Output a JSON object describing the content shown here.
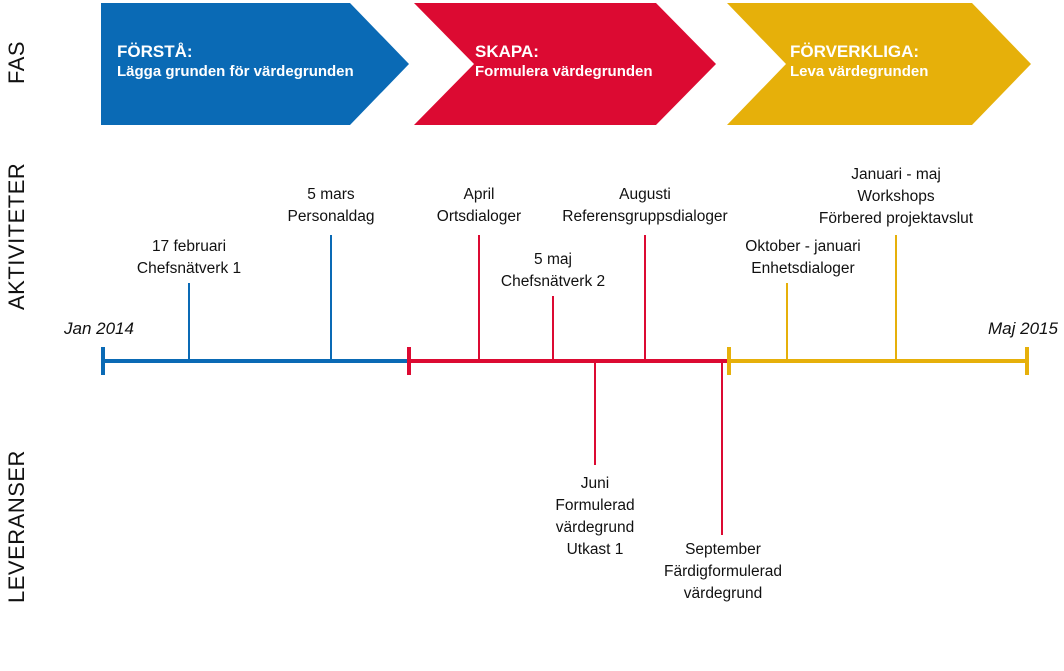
{
  "side_labels": {
    "phase": "FAS",
    "activities": "AKTIVITETER",
    "deliveries": "LEVERANSER"
  },
  "phases": [
    {
      "name": "FÖRSTÅ:",
      "description": "Lägga grunden för värdegrunden",
      "color": "#0a6ab5"
    },
    {
      "name": "SKAPA:",
      "description": "Formulera värdegrunden",
      "color": "#dc0a32"
    },
    {
      "name": "FÖRVERKLIGA:",
      "description": "Leva värdegrunden",
      "color": "#e6b00a"
    }
  ],
  "timeline": {
    "start_label": "Jan 2014",
    "end_label": "Maj 2015"
  },
  "activities": [
    {
      "line1": "17 februari",
      "line2": "Chefsnätverk 1"
    },
    {
      "line1": "5 mars",
      "line2": "Personaldag"
    },
    {
      "line1": "April",
      "line2": "Ortsdialoger"
    },
    {
      "line1": "5 maj",
      "line2": "Chefsnätverk 2"
    },
    {
      "line1": "Augusti",
      "line2": "Referensgruppsdialoger"
    },
    {
      "line1": "Oktober - januari",
      "line2": "Enhetsdialoger"
    },
    {
      "line1": "Januari - maj",
      "line2": "Workshops",
      "line3": "Förbered projektavslut"
    }
  ],
  "deliveries": [
    {
      "line1": "Juni",
      "line2": "Formulerad",
      "line3": "värdegrund",
      "line4": "Utkast 1"
    },
    {
      "line1": "September",
      "line2": "Färdigformulerad",
      "line3": "värdegrund"
    }
  ]
}
